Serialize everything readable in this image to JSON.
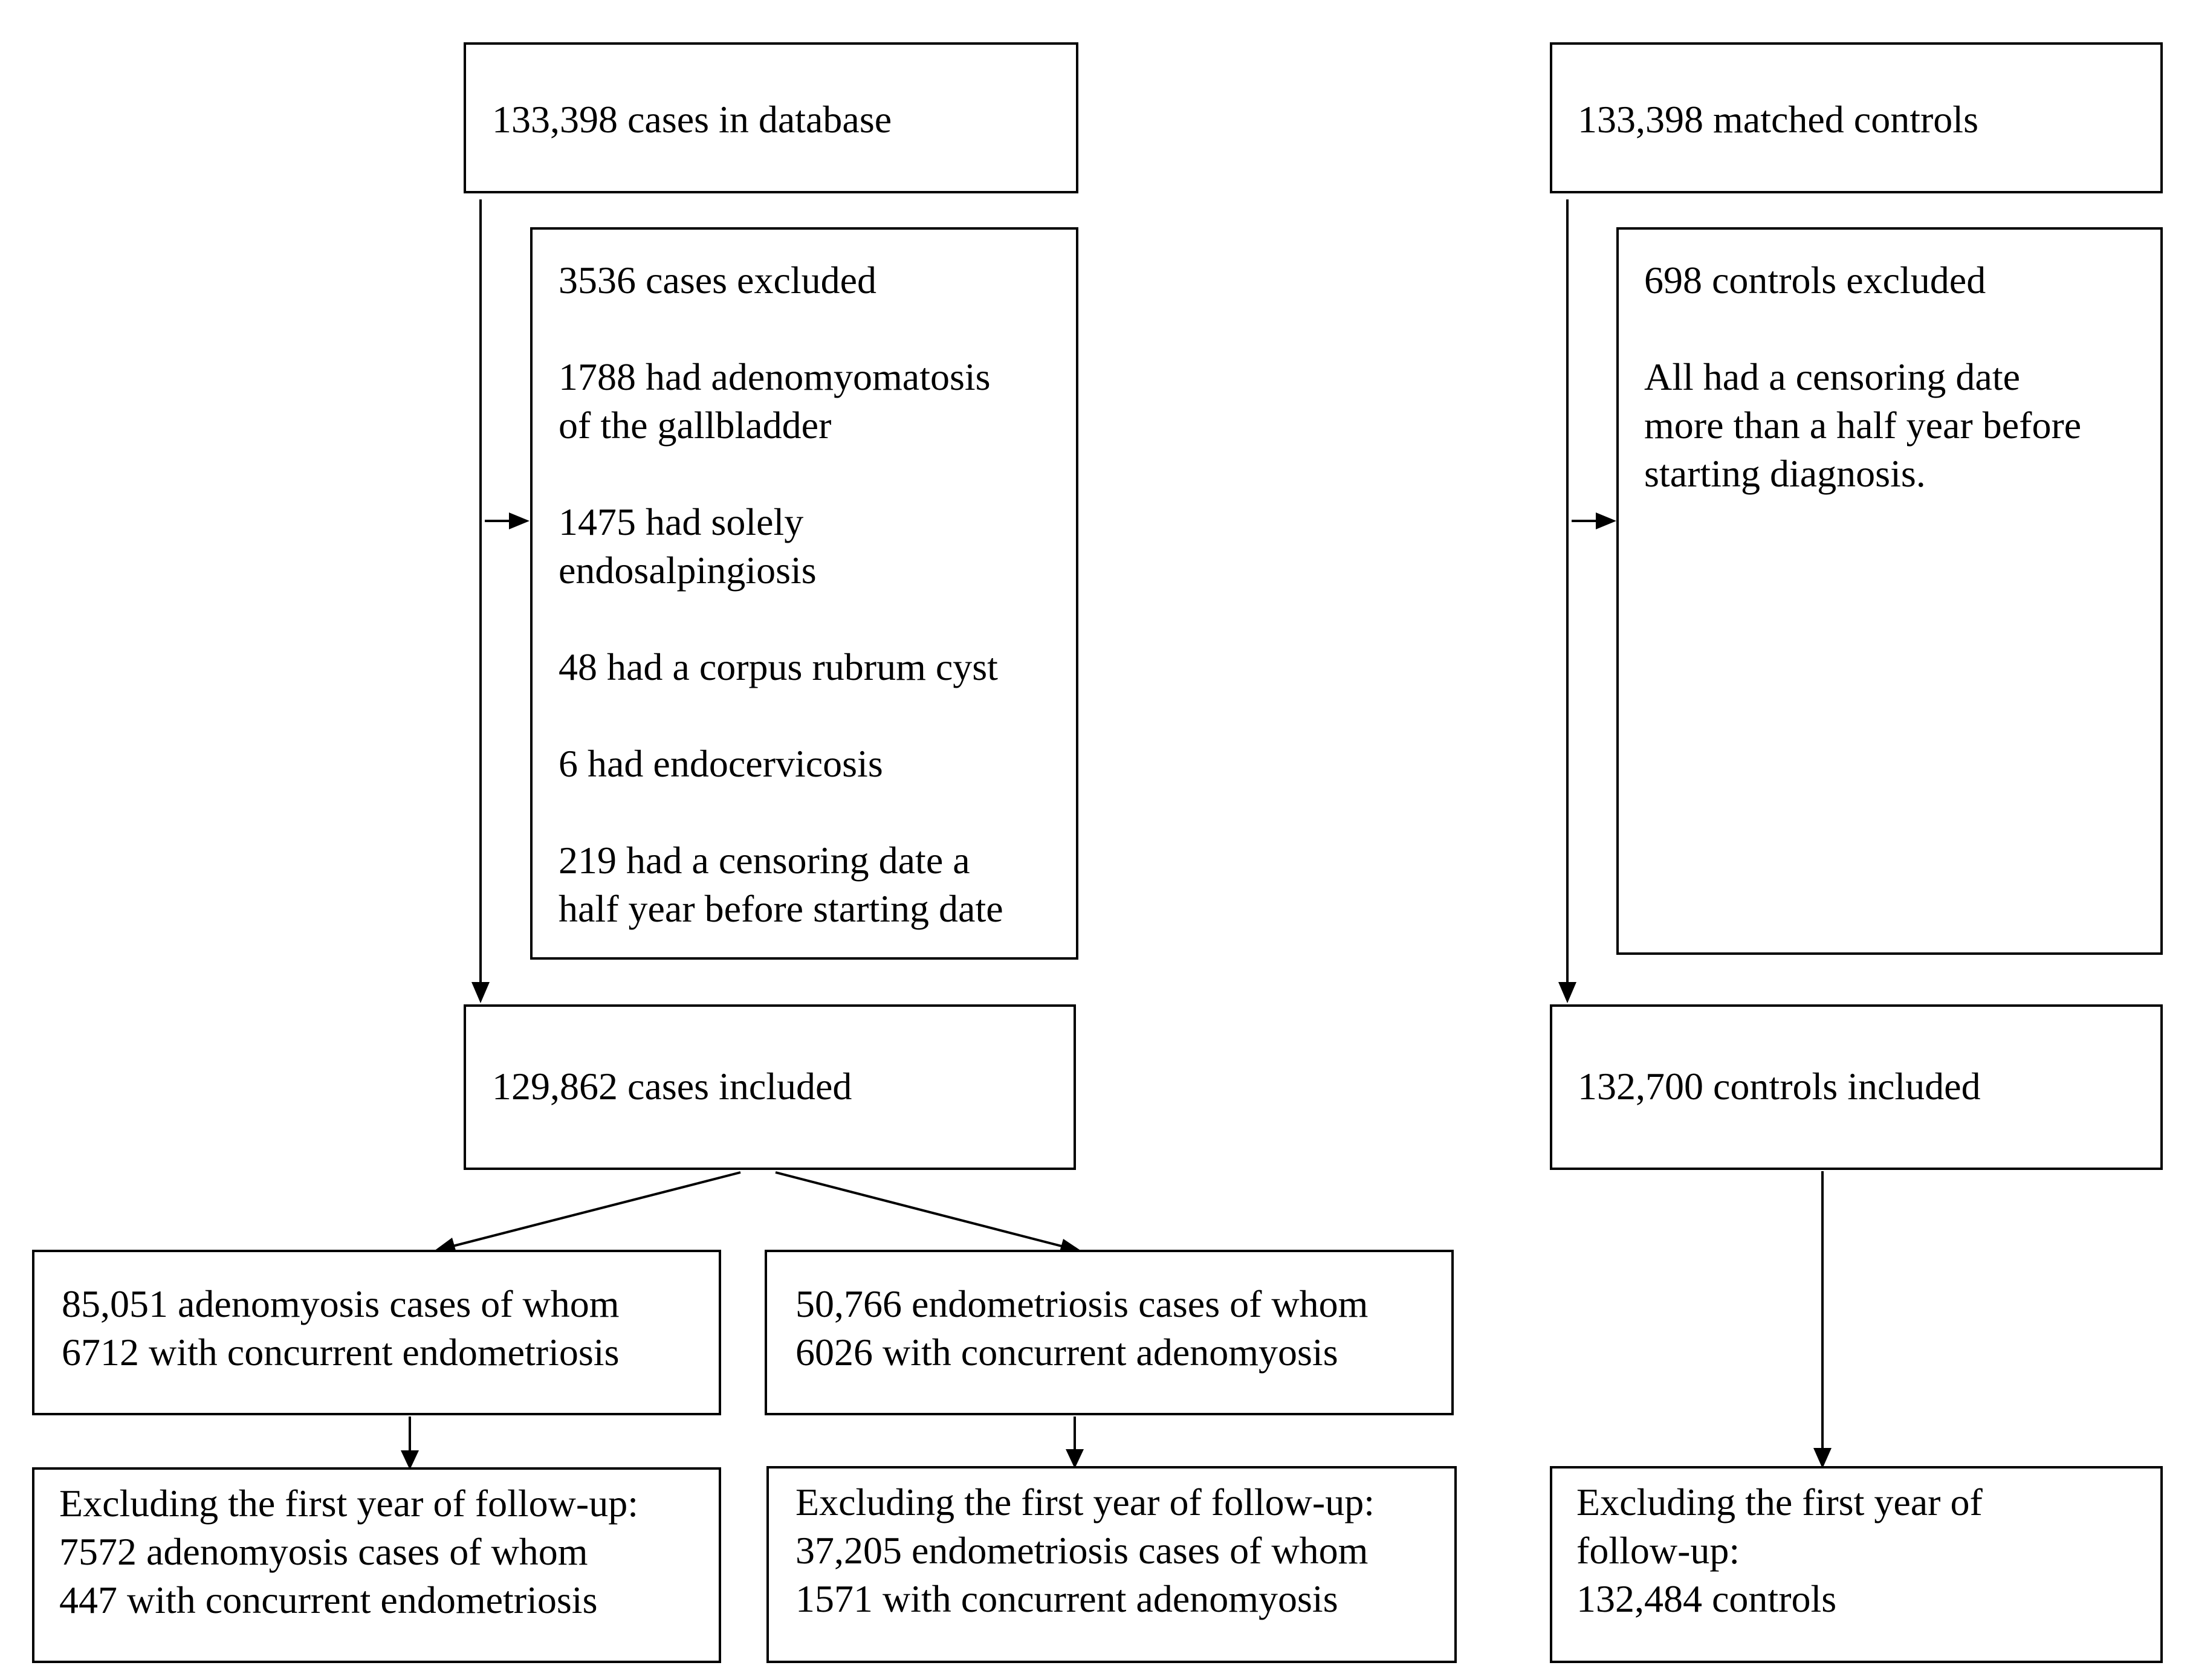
{
  "cases": {
    "database": "133,398 cases in database",
    "excluded": {
      "title": "3536 cases excluded",
      "reasons": [
        [
          "1788 had adenomyomatosis",
          "of the gallbladder"
        ],
        [
          "1475 had solely",
          "endosalpingiosis"
        ],
        [
          "48 had a corpus rubrum cyst"
        ],
        [
          "6 had endocervicosis"
        ],
        [
          "219 had a censoring date a",
          "half year before starting date"
        ]
      ]
    },
    "included": "129,862 cases included",
    "adenomyosis": {
      "line1": "85,051 adenomyosis cases of whom",
      "line2": "6712 with concurrent endometriosis"
    },
    "endometriosis": {
      "line1": "50,766 endometriosis cases of whom",
      "line2": "6026 with concurrent adenomyosis"
    },
    "adenomyosis_followup": {
      "line1": "Excluding the first year of follow-up:",
      "line2": "7572 adenomyosis cases of whom",
      "line3": "447 with concurrent endometriosis"
    },
    "endometriosis_followup": {
      "line1": "Excluding the first year of follow-up:",
      "line2": "37,205 endometriosis cases of whom",
      "line3": "1571 with concurrent adenomyosis"
    }
  },
  "controls": {
    "matched": "133,398 matched controls",
    "excluded": {
      "title": "698 controls excluded",
      "line1": "All had a censoring date",
      "line2": "more than a half year before",
      "line3": "starting diagnosis."
    },
    "included": "132,700 controls included",
    "followup": {
      "line1": "Excluding the first year of",
      "line2": "follow-up:",
      "line3": "132,484 controls"
    }
  }
}
